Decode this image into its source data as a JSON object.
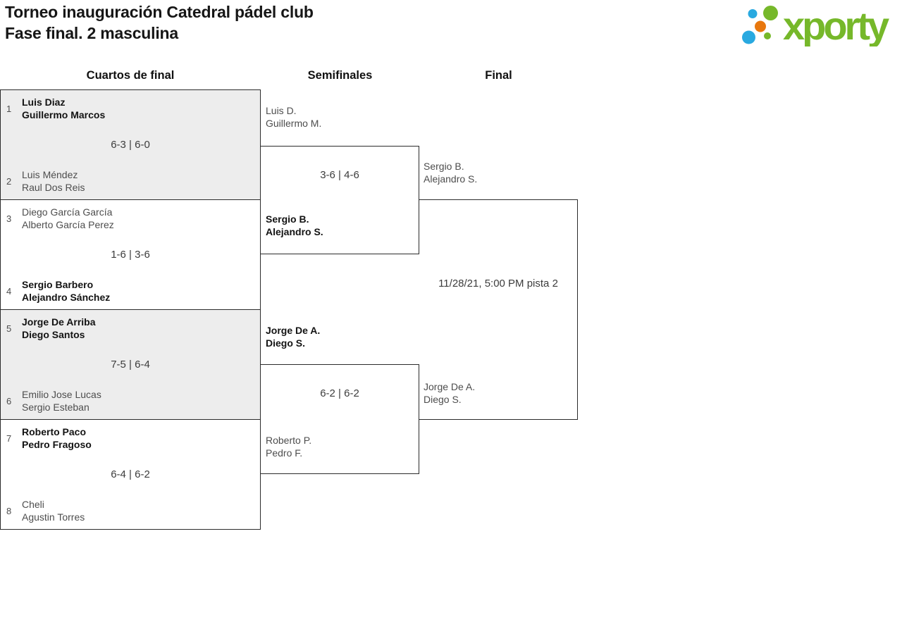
{
  "header": {
    "title_line1": "Torneo inauguración Catedral pádel club",
    "title_line2": "Fase final. 2 masculina"
  },
  "logo": {
    "text": "xporty",
    "colors": {
      "green": "#76b82a",
      "blue": "#29a9e0",
      "orange": "#e8780e"
    }
  },
  "rounds": {
    "quarterfinals": "Cuartos de final",
    "semifinals": "Semifinales",
    "final": "Final"
  },
  "bracket": {
    "quarterfinals": [
      {
        "seed_top": "1",
        "top": [
          "Luis Diaz",
          "Guillermo Marcos"
        ],
        "score": "6-3 | 6-0",
        "seed_bottom": "2",
        "bottom": [
          "Luis Méndez",
          "Raul Dos Reis"
        ]
      },
      {
        "seed_top": "3",
        "top": [
          "Diego García García",
          "Alberto García Perez"
        ],
        "score": "1-6 | 3-6",
        "seed_bottom": "4",
        "bottom": [
          "Sergio Barbero",
          "Alejandro Sánchez"
        ]
      },
      {
        "seed_top": "5",
        "top": [
          "Jorge De Arriba",
          "Diego Santos"
        ],
        "score": "7-5 | 6-4",
        "seed_bottom": "6",
        "bottom": [
          "Emilio Jose Lucas",
          "Sergio Esteban"
        ]
      },
      {
        "seed_top": "7",
        "top": [
          "Roberto Paco",
          "Pedro Fragoso"
        ],
        "score": "6-4 | 6-2",
        "seed_bottom": "8",
        "bottom": [
          "Cheli",
          "Agustin Torres"
        ]
      }
    ],
    "semifinals": [
      {
        "top": [
          "Luis D.",
          "Guillermo M."
        ],
        "score": "3-6 | 4-6",
        "bottom": [
          "Sergio B.",
          "Alejandro S."
        ]
      },
      {
        "top": [
          "Jorge De A.",
          "Diego S."
        ],
        "score": "6-2 | 6-2",
        "bottom": [
          "Roberto P.",
          "Pedro F."
        ]
      }
    ],
    "final": {
      "top": [
        "Sergio B.",
        "Alejandro S."
      ],
      "bottom": [
        "Jorge De A.",
        "Diego S."
      ],
      "schedule": "11/28/21, 5:00 PM pista 2"
    }
  }
}
